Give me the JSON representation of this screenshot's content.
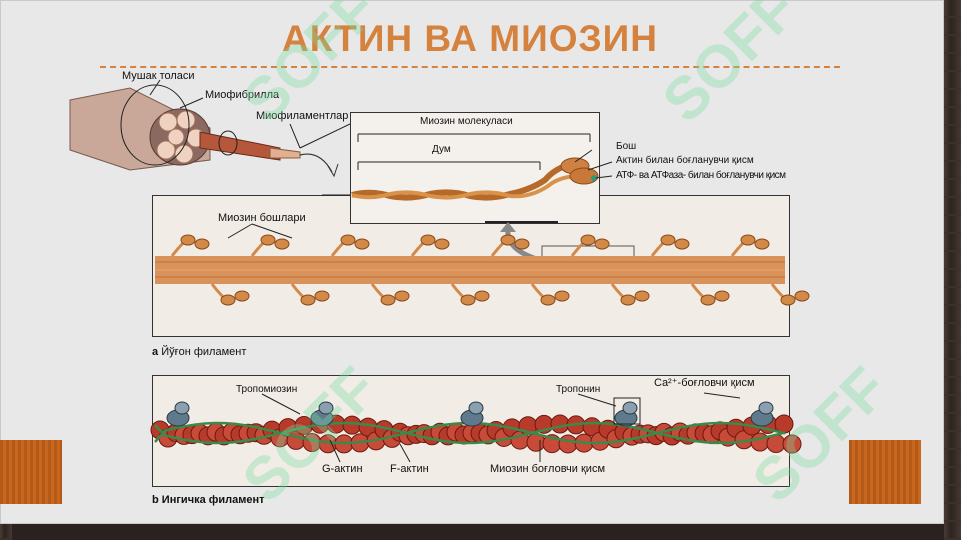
{
  "slide": {
    "title": "АКТИН ВА МИОЗИН",
    "colors": {
      "title": "#d4823e",
      "muscle": "#d38a48",
      "actin": "#b83a2a",
      "troponin": "#5f7a8c",
      "tropomyosin": "#3a8a4a"
    }
  },
  "muscle_diagram": {
    "labels": {
      "muscle_fiber": "Мушак толаси",
      "myofibril": "Миофибрилла",
      "myofilaments": "Миофиламентлар"
    }
  },
  "myosin_molecule": {
    "title": "Миозин молекуласи",
    "tail": "Дум",
    "head": "Бош",
    "actin_binding": "Актин билан боғланувчи қисм",
    "atp_binding": "АТФ- ва АТФаза- билан боғланувчи қисм"
  },
  "thick_filament": {
    "heads_label": "Миозин бошлари",
    "caption_letter": "a",
    "caption": "Йўғон филамент"
  },
  "thin_filament": {
    "tropomyosin": "Тропомиозин",
    "troponin": "Тропонин",
    "calcium_site": "Ca²⁺-боғловчи қисм",
    "g_actin": "G-актин",
    "f_actin": "F-актин",
    "myosin_binding": "Миозин боғловчи қисм",
    "caption_letter": "b",
    "caption": "Ингичка филамент"
  },
  "watermark": "SOFF"
}
